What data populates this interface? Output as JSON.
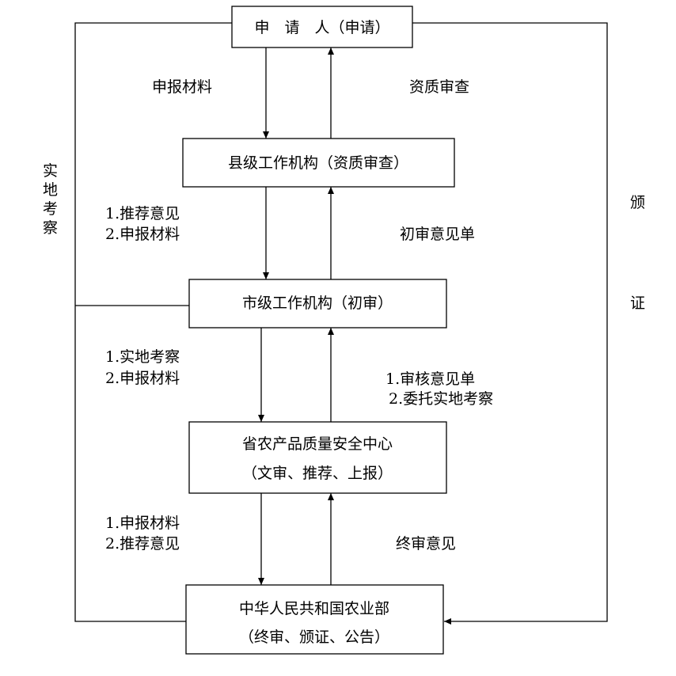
{
  "boxes": {
    "applicant": "申　请　人（申请）",
    "county": "县级工作机构（资质审查）",
    "city": "市级工作机构（初审）",
    "province": [
      "省农产品质量安全中心",
      "（文审、推荐、上报）"
    ],
    "ministry": [
      "中华人民共和国农业部",
      "（终审、颁证、公告）"
    ]
  },
  "labels": {
    "left_1": "申报材料",
    "right_1": "资质审查",
    "left_2": [
      "1.推荐意见",
      "2.申报材料"
    ],
    "right_2": "初审意见单",
    "left_3": [
      "1.实地考察",
      "2.申报材料"
    ],
    "right_3": [
      "1.审核意见单",
      "2.委托实地考察"
    ],
    "left_4": [
      "1.申报材料",
      "2.推荐意见"
    ],
    "right_4": "终审意见"
  },
  "side_left": [
    "实",
    "地",
    "考",
    "察"
  ],
  "side_right": [
    "颁",
    "证"
  ]
}
